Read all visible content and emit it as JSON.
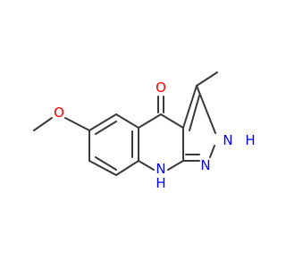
{
  "molecule": {
    "colors": {
      "bond": "#3a3a3a",
      "oxygen": "#ff0000",
      "nitrogen": "#0000ff"
    },
    "atoms": {
      "ketone_o": "O",
      "methoxy_o": "O",
      "nh_ring": "N",
      "nh_ring_h": "H",
      "pyrazole_nh": "N",
      "pyrazole_nh_h": "H",
      "pyrazole_n": "N"
    }
  }
}
